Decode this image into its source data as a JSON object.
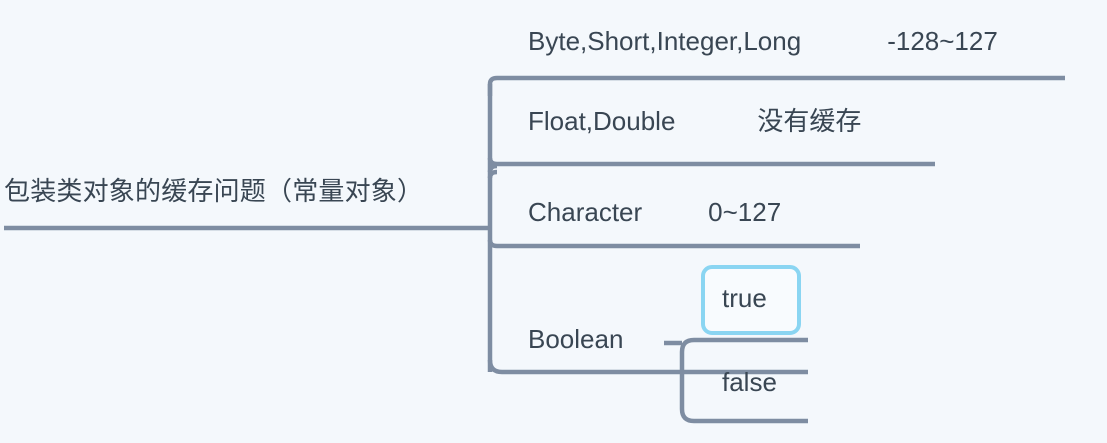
{
  "theme": {
    "background_color": "#f4f8fc",
    "line_color": "#7e8da2",
    "text_color": "#394653",
    "selection_color": "#8ad5f2"
  },
  "mindmap": {
    "root": {
      "label": "包装类对象的缓存问题（常量对象）"
    },
    "branches": [
      {
        "label": "Byte,Short,Integer,Long",
        "value": "-128~127",
        "children": []
      },
      {
        "label": "Float,Double",
        "value": "没有缓存",
        "children": []
      },
      {
        "label": "Character",
        "value": "0~127",
        "children": []
      },
      {
        "label": "Boolean",
        "value": "",
        "children": [
          {
            "label": "true",
            "selected": true
          },
          {
            "label": "false",
            "selected": false
          }
        ]
      }
    ]
  }
}
